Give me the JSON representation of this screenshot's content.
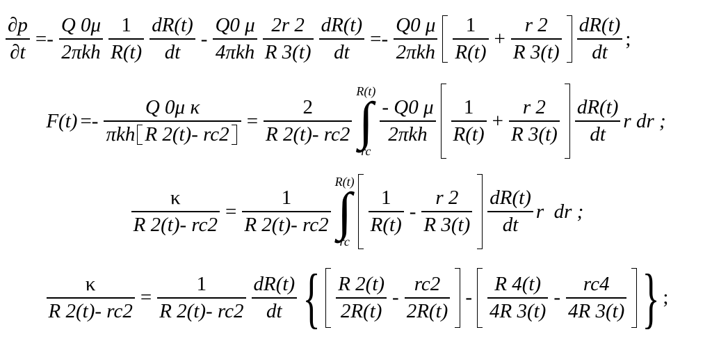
{
  "doc": {
    "eq1": {
      "lhs_num": "∂p",
      "lhs_den": "∂t",
      "eqminus": "=-",
      "minus": "-",
      "q0mu": "Q 0μ",
      "q0mu2": "Q0 μ",
      "two_pi_kh": "2πkh",
      "four_pi_kh": "4πkh",
      "one": "1",
      "R_t": "R(t)",
      "dR_t": "dR(t)",
      "dt": "dt",
      "two_r2": "2r 2",
      "R3_t": "R 3(t)",
      "r2": "r 2",
      "plus": "+",
      "end": ";"
    },
    "eq2": {
      "F_t": "F(t)",
      "eqminus": "=-",
      "num": "Q 0μ κ",
      "den_left": "πkh",
      "R2t_minus_rc2": "R 2(t)- rc2",
      "equals": "=",
      "two": "2",
      "int_upper": "R(t)",
      "int_lower": "rc",
      "int_sign": "∫",
      "minus_q0mu": "- Q0 μ",
      "two_pi_kh": "2πkh",
      "one": "1",
      "R_t": "R(t)",
      "plus": "+",
      "r2": "r 2",
      "R3_t": "R 3(t)",
      "dR_t": "dR(t)",
      "dt": "dt",
      "tail": "r dr ;"
    },
    "eq3": {
      "kappa": "κ",
      "R2t_minus_rc2": "R 2(t)- rc2",
      "equals": "=",
      "one": "1",
      "int_upper": "R(t)",
      "int_lower": "rc",
      "int_sign": "∫",
      "R_t": "R(t)",
      "minus": "-",
      "r2": "r 2",
      "R3_t": "R 3(t)",
      "dR_t": "dR(t)",
      "dt": "dt",
      "tail": "r  dr ;"
    },
    "eq4": {
      "kappa": "κ",
      "R2t_minus_rc2": "R 2(t)- rc2",
      "equals": "=",
      "one": "1",
      "dR_t": "dR(t)",
      "dt": "dt",
      "lbrace": "{",
      "rbrace": "}",
      "R2_t": "R 2(t)",
      "twoR_t": "2R(t)",
      "minus": "-",
      "rc2": "rc2",
      "R4_t": "R 4(t)",
      "fourR3_t": "4R 3(t)",
      "rc4": "rc4",
      "end": ";"
    }
  }
}
